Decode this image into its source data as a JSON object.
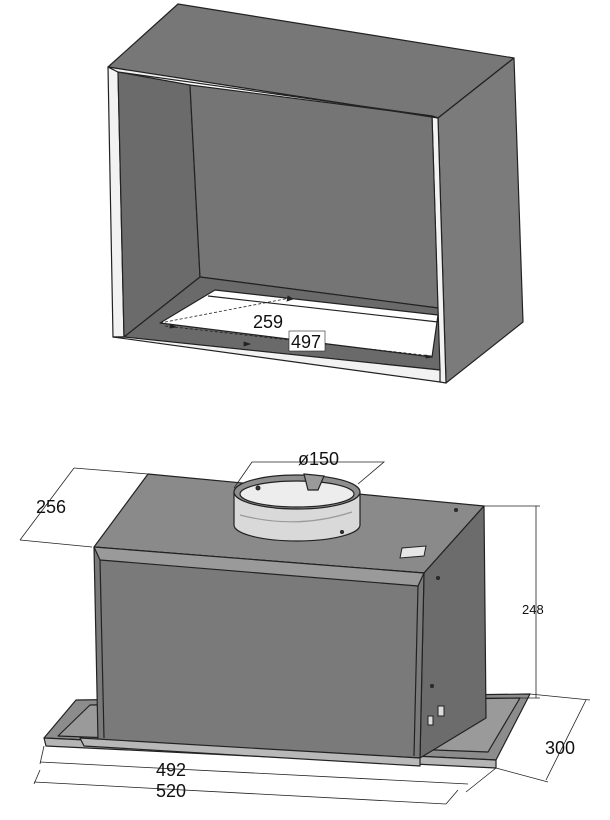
{
  "cabinet": {
    "dim_depth": "259",
    "dim_width": "497"
  },
  "hood": {
    "dim_duct": "ø150",
    "dim_side": "256",
    "dim_height": "248",
    "dim_depth": "300",
    "dim_inner_width": "492",
    "dim_outer_width": "520"
  },
  "colors": {
    "panel_dark": "#6f6f6f",
    "panel_mid": "#8a8a8a",
    "panel_light": "#9b9b9b",
    "edge": "#222222",
    "background": "#ffffff"
  }
}
